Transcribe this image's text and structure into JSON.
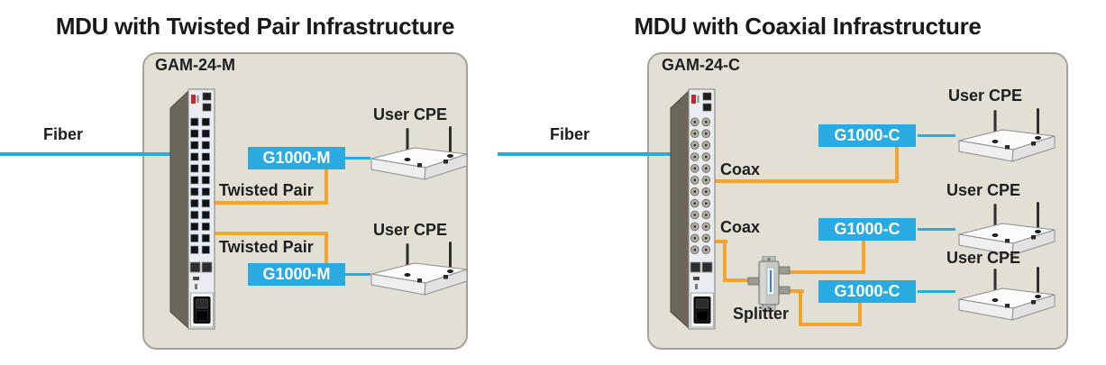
{
  "colors": {
    "panel_fill": "#E2E0D4",
    "panel_border": "#A5A399",
    "converter_cyan": "#29ABE2",
    "fiber_blue": "#2AA8E0",
    "cable_orange": "#F5A42B",
    "text_dark": "#1A1A1A"
  },
  "left": {
    "title": "MDU with Twisted Pair Infrastructure",
    "device_label": "GAM-24-M",
    "fiber_label": "Fiber",
    "link1": {
      "medium": "Twisted Pair",
      "converter": "G1000-M",
      "cpe": "User CPE"
    },
    "link2": {
      "medium": "Twisted Pair",
      "converter": "G1000-M",
      "cpe": "User CPE"
    }
  },
  "right": {
    "title": "MDU with Coaxial Infrastructure",
    "device_label": "GAM-24-C",
    "fiber_label": "Fiber",
    "splitter_label": "Splitter",
    "link1": {
      "medium": "Coax",
      "converter": "G1000-C",
      "cpe": "User CPE"
    },
    "link2": {
      "medium": "Coax",
      "converter": "G1000-C",
      "cpe": "User CPE"
    },
    "link3": {
      "converter": "G1000-C",
      "cpe": "User CPE"
    }
  }
}
